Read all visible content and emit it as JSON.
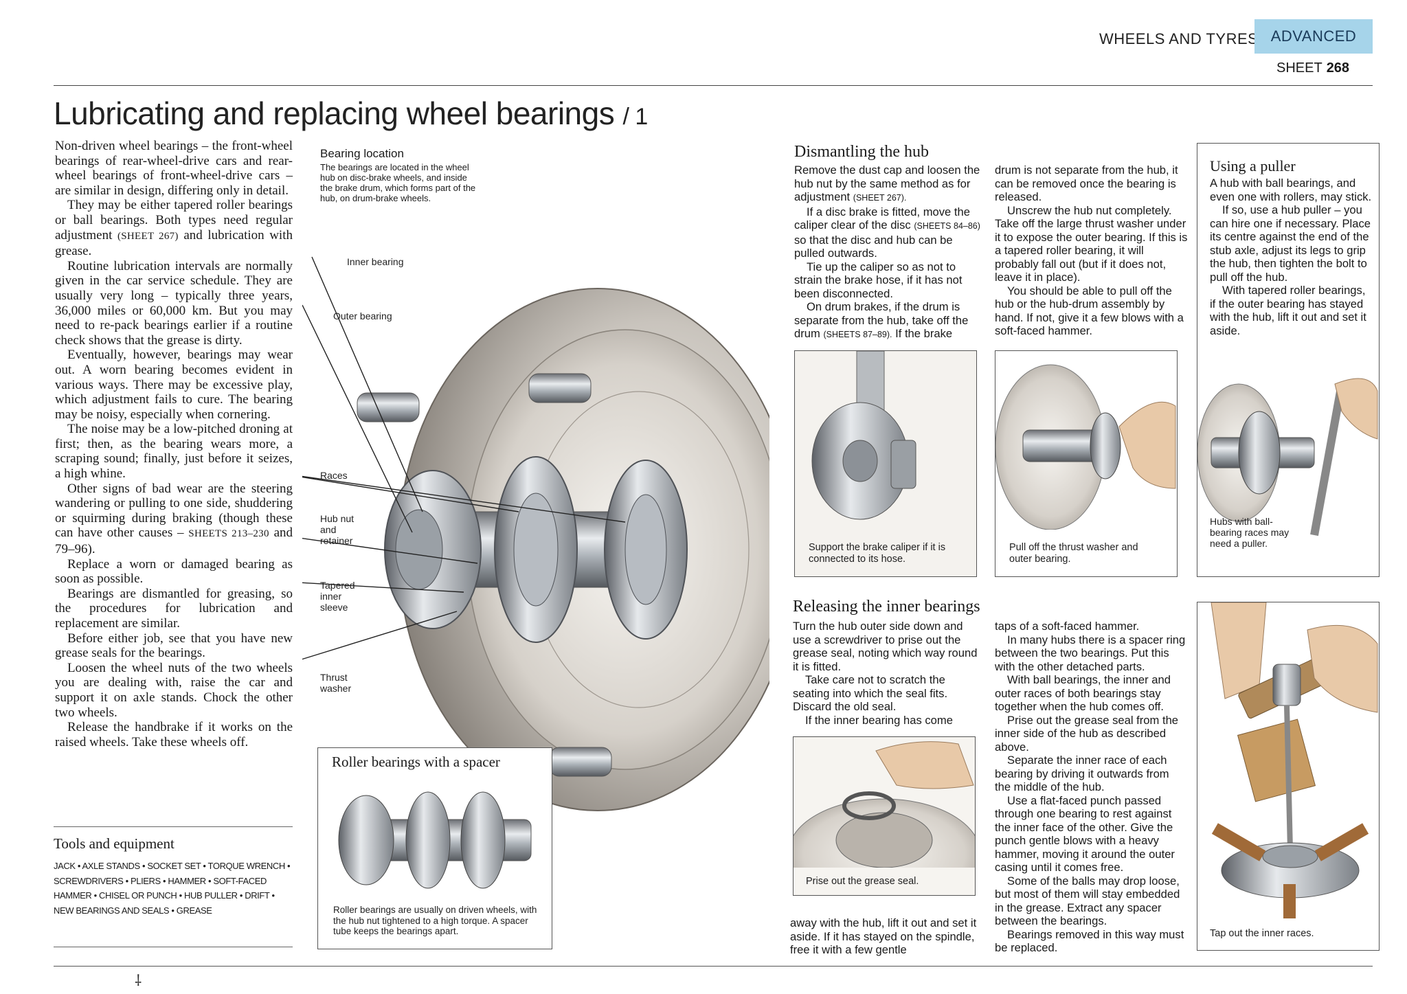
{
  "header": {
    "section": "WHEELS AND TYRES",
    "level": "ADVANCED",
    "sheet_label": "SHEET",
    "sheet_number": "268",
    "accent_color": "#a6d4ea"
  },
  "title": {
    "main": "Lubricating and replacing wheel bearings",
    "part": "/ 1"
  },
  "intro": [
    "Non-driven wheel bearings – the front-wheel bearings of rear-wheel-drive cars and rear-wheel bearings of front-wheel-drive cars – are similar in design, differing only in detail.",
    "They may be either tapered roller bearings or ball bearings. Both types need regular adjustment",
    "(SHEET 267)",
    "and lubrication with grease.",
    "Routine lubrication intervals are normally given in the car service schedule. They are usually very long – typically three years, 36,000 miles or 60,000 km. But you may need to re-pack bearings earlier if a routine check shows that the grease is dirty.",
    "Eventually, however, bearings may wear out. A worn bearing becomes evident in various ways. There may be excessive play, which adjustment fails to cure. The bearing may be noisy, especially when cornering.",
    "The noise may be a low-pitched droning at first; then, as the bearing wears more, a scraping sound; finally, just before it seizes, a high whine.",
    "Other signs of bad wear are the steering wandering or pulling to one side, shuddering or squirming during braking (though these can have other causes –",
    "SHEETS 213–230",
    "and 79–96).",
    "Replace a worn or damaged bearing as soon as possible.",
    "Bearings are dismantled for greasing, so the procedures for lubrication and replacement are similar.",
    "Before either job, see that you have new grease seals for the bearings.",
    "Loosen the wheel nuts of the two wheels you are dealing with, raise the car and support it on axle stands. Chock the other two wheels.",
    "Release the handbrake if it works on the raised wheels. Take these wheels off."
  ],
  "tools": {
    "heading": "Tools and equipment",
    "items": [
      "JACK",
      "AXLE STANDS",
      "SOCKET SET",
      "TORQUE WRENCH",
      "SCREWDRIVERS",
      "PLIERS",
      "HAMMER",
      "SOFT-FACED HAMMER",
      "CHISEL OR PUNCH",
      "HUB PULLER",
      "DRIFT",
      "NEW BEARINGS AND SEALS",
      "GREASE"
    ],
    "separator": "•"
  },
  "diagram": {
    "location_heading": "Bearing location",
    "location_text": "The bearings are located in the wheel hub on disc-brake wheels, and inside the brake drum, which forms part of the hub, on drum-brake wheels.",
    "labels": {
      "inner_bearing": "Inner bearing",
      "outer_bearing": "Outer bearing",
      "races": "Races",
      "hub_nut": "Hub nut and retainer",
      "tapered_sleeve": "Tapered inner sleeve",
      "thrust_washer": "Thrust washer"
    },
    "spacer_box": {
      "heading": "Roller bearings with a spacer",
      "caption": "Roller bearings are usually on driven wheels, with the hub nut tightened to a high torque. A spacer tube keeps the bearings apart."
    }
  },
  "dismantling": {
    "heading": "Dismantling the hub",
    "col1": [
      "Remove the dust cap and loosen the hub nut by the same method as for adjustment",
      "(SHEET 267).",
      "If a disc brake is fitted, move the caliper clear of the disc",
      "(SHEETS 84–86)",
      "so that the disc and hub can be pulled outwards.",
      "Tie up the caliper so as not to strain the brake hose, if it has not been disconnected.",
      "On drum brakes, if the drum is separate from the hub, take off the drum",
      "(SHEETS 87–89).",
      "If the brake"
    ],
    "col2": [
      "drum is not separate from the hub, it can be removed once the bearing is released.",
      "Unscrew the hub nut completely. Take off the large thrust washer under it to expose the outer bearing. If this is a tapered roller bearing, it will probably fall out (but if it does not, leave it in place).",
      "You should be able to pull off the hub or the hub-drum assembly by hand. If not, give it a few blows with a soft-faced hammer."
    ],
    "caption1": "Support the brake caliper if it is connected to its hose.",
    "caption2": "Pull off the thrust washer and outer bearing."
  },
  "puller": {
    "heading": "Using a puller",
    "text": [
      "A hub with ball bearings, and even one with rollers, may stick.",
      "If so, use a hub puller – you can hire one if necessary. Place its centre against the end of the stub axle, adjust its legs to grip the hub, then tighten the bolt to pull off the hub.",
      "With tapered roller bearings, if the outer bearing has stayed with the hub, lift it out and set it aside."
    ],
    "caption": "Hubs with ball-bearing races may need a puller."
  },
  "releasing": {
    "heading": "Releasing the inner bearings",
    "col1": [
      "Turn the hub outer side down and use a screwdriver to prise out the grease seal, noting which way round it is fitted.",
      "Take care not to scratch the seating into which the seal fits. Discard the old seal.",
      "If the inner bearing has come"
    ],
    "col1_end": "away with the hub, lift it out and set it aside. If it has stayed on the spindle, free it with a few gentle",
    "col2": [
      "taps of a soft-faced hammer.",
      "In many hubs there is a spacer ring between the two bearings. Put this with the other detached parts.",
      "With ball bearings, the inner and outer races of both bearings stay together when the hub comes off.",
      "Prise out the grease seal from the inner side of the hub as described above.",
      "Separate the inner race of each bearing by driving it outwards from the middle of the hub.",
      "Use a flat-faced punch passed through one bearing to rest against the inner face of the other. Give the punch gentle blows with a heavy hammer, moving it around the outer casing until it comes free.",
      "Some of the balls may drop loose, but most of them will stay embedded in the grease. Extract any spacer between the bearings.",
      "Bearings removed in this way must be replaced."
    ],
    "caption_seal": "Prise out the grease seal.",
    "caption_tap": "Tap out the inner races."
  }
}
